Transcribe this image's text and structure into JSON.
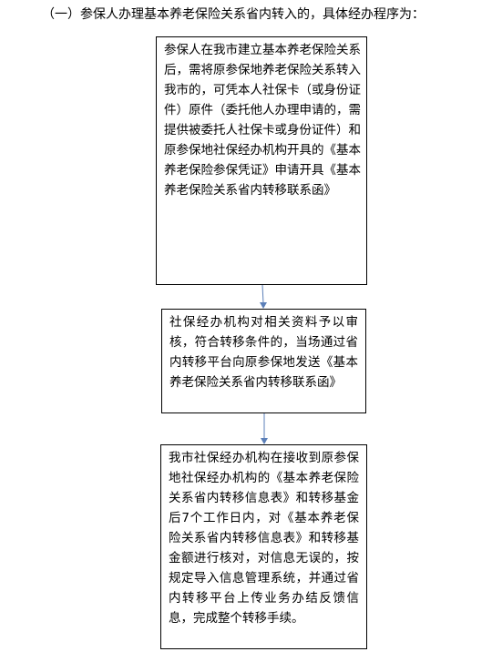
{
  "heading": "（一）参保人办理基本养老保险关系省内转入的，具体经办程序为：",
  "steps": [
    {
      "text": "参保人在我市建立基本养老保险关系后，需将原参保地养老保险关系转入我市的，可凭本人社保卡（或身份证件）原件（委托他人办理申请的，需提供被委托人社保卡或身份证件）和原参保地社保经办机构开具的《基本养老保险参保凭证》申请开具《基本养老保险关系省内转移联系函》"
    },
    {
      "text": "社保经办机构对相关资料予以审核，符合转移条件的，当场通过省内转移平台向原参保地发送《基本养老保险关系省内转移联系函》"
    },
    {
      "text": "我市社保经办机构在接收到原参保地社保经办机构的《基本养老保险关系省内转移信息表》和转移基金后7个工作日内，对《基本养老保险关系省内转移信息表》和转移基金额进行核对，对信息无误的，按规定导入信息管理系统，并通过省内转移平台上传业务办结反馈信息，完成整个转移手续。"
    }
  ],
  "colors": {
    "arrow": "#5b7fb8",
    "border": "#000000"
  }
}
